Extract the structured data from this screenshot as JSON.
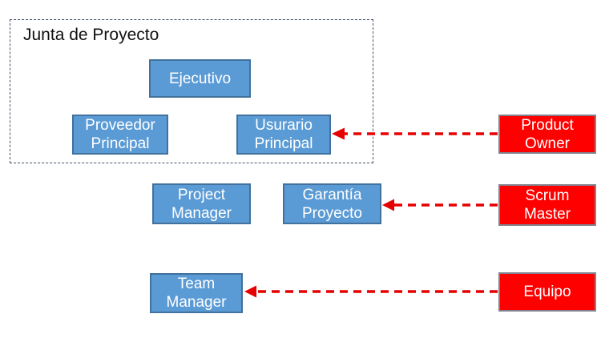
{
  "diagram": {
    "title_group": {
      "label": "Junta de Proyecto"
    },
    "nodes": {
      "ejecutivo": {
        "label": "Ejecutivo",
        "group": "Junta de Proyecto",
        "color": "blue"
      },
      "proveedor_principal": {
        "label": "Proveedor\nPrincipal",
        "group": "Junta de Proyecto",
        "color": "blue"
      },
      "usurario_principal": {
        "label": "Usurario\nPrincipal",
        "group": "Junta de Proyecto",
        "color": "blue"
      },
      "project_manager": {
        "label": "Project\nManager",
        "group": "",
        "color": "blue"
      },
      "garantia_proyecto": {
        "label": "Garantía\nProyecto",
        "group": "",
        "color": "blue"
      },
      "team_manager": {
        "label": "Team\nManager",
        "group": "",
        "color": "blue"
      },
      "product_owner": {
        "label": "Product\nOwner",
        "group": "",
        "color": "red"
      },
      "scrum_master": {
        "label": "Scrum\nMaster",
        "group": "",
        "color": "red"
      },
      "equipo": {
        "label": "Equipo",
        "group": "",
        "color": "red"
      }
    },
    "connections": [
      {
        "from": "product_owner",
        "to": "usurario_principal",
        "style": "red-dashed-arrow"
      },
      {
        "from": "scrum_master",
        "to": "garantia_proyecto",
        "style": "red-dashed-arrow"
      },
      {
        "from": "equipo",
        "to": "team_manager",
        "style": "red-dashed-arrow"
      }
    ],
    "colors": {
      "blue_fill": "#5B9BD5",
      "blue_border": "#41719C",
      "red_fill": "#FF0000",
      "red_border": "#82828F",
      "arrow": "#E60000",
      "group_border": "#44546A",
      "background": "#FFFFFF",
      "node_text": "#FFFFFF",
      "group_label_text": "#111111"
    }
  }
}
